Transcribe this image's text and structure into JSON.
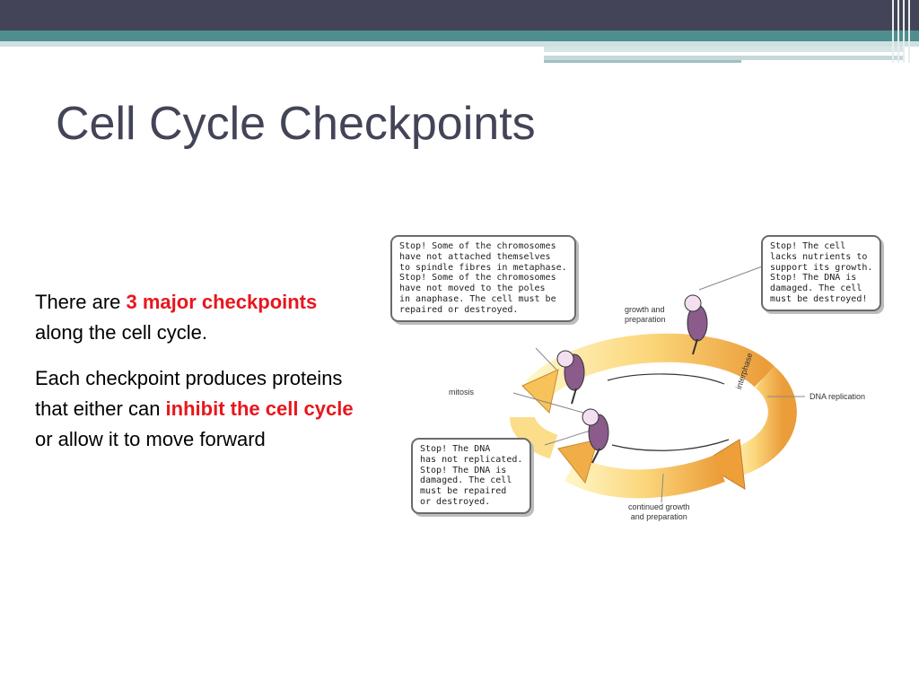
{
  "slide": {
    "title": "Cell Cycle Checkpoints",
    "para1": {
      "pre": "There are ",
      "hl": "3 major checkpoints",
      "post": " along the cell cycle."
    },
    "para2": {
      "pre": "Each checkpoint produces proteins that either can ",
      "hl": "inhibit the cell cycle",
      "post": " or allow it to move forward"
    },
    "highlight_color": "#e8161d",
    "title_color": "#434457"
  },
  "diagram": {
    "bubble_metaphase": "Stop! Some of the chromosomes\nhave not attached themselves\nto spindle fibres in metaphase.\nStop! Some of the chromosomes\nhave not moved to the poles\nin anaphase. The cell must be\nrepaired or destroyed.",
    "bubble_g1": "Stop! The cell\nlacks nutrients to\nsupport its growth.\nStop! The DNA is\ndamaged. The cell\nmust be destroyed!",
    "bubble_g2": "Stop! The DNA\nhas not replicated.\nStop! The DNA is\ndamaged. The cell\nmust be repaired\nor destroyed.",
    "labels": {
      "growth": "growth and\npreparation",
      "mitosis": "mitosis",
      "dna": "DNA replication",
      "continued": "continued growth\nand preparation",
      "interphase": "interphase"
    }
  }
}
